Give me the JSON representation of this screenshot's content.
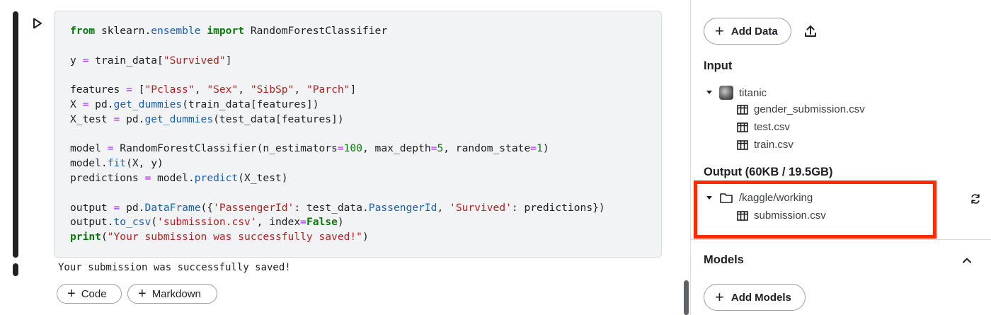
{
  "notebook": {
    "code_lines": [
      [
        {
          "t": "from",
          "c": "kw"
        },
        {
          "t": " sklearn."
        },
        {
          "t": "ensemble",
          "c": "fn"
        },
        {
          "t": " "
        },
        {
          "t": "import",
          "c": "kw"
        },
        {
          "t": " RandomForestClassifier"
        }
      ],
      [],
      [
        {
          "t": "y "
        },
        {
          "t": "=",
          "c": "op"
        },
        {
          "t": " train_data["
        },
        {
          "t": "\"Survived\"",
          "c": "str"
        },
        {
          "t": "]"
        }
      ],
      [],
      [
        {
          "t": "features "
        },
        {
          "t": "=",
          "c": "op"
        },
        {
          "t": " ["
        },
        {
          "t": "\"Pclass\"",
          "c": "str"
        },
        {
          "t": ", "
        },
        {
          "t": "\"Sex\"",
          "c": "str"
        },
        {
          "t": ", "
        },
        {
          "t": "\"SibSp\"",
          "c": "str"
        },
        {
          "t": ", "
        },
        {
          "t": "\"Parch\"",
          "c": "str"
        },
        {
          "t": "]"
        }
      ],
      [
        {
          "t": "X "
        },
        {
          "t": "=",
          "c": "op"
        },
        {
          "t": " pd."
        },
        {
          "t": "get_dummies",
          "c": "fn"
        },
        {
          "t": "(train_data[features])"
        }
      ],
      [
        {
          "t": "X_test "
        },
        {
          "t": "=",
          "c": "op"
        },
        {
          "t": " pd."
        },
        {
          "t": "get_dummies",
          "c": "fn"
        },
        {
          "t": "(test_data[features])"
        }
      ],
      [],
      [
        {
          "t": "model "
        },
        {
          "t": "=",
          "c": "op"
        },
        {
          "t": " RandomForestClassifier(n_estimators"
        },
        {
          "t": "=",
          "c": "op"
        },
        {
          "t": "100",
          "c": "num"
        },
        {
          "t": ", max_depth"
        },
        {
          "t": "=",
          "c": "op"
        },
        {
          "t": "5",
          "c": "num"
        },
        {
          "t": ", random_state"
        },
        {
          "t": "=",
          "c": "op"
        },
        {
          "t": "1",
          "c": "num"
        },
        {
          "t": ")"
        }
      ],
      [
        {
          "t": "model."
        },
        {
          "t": "fit",
          "c": "fn"
        },
        {
          "t": "(X, y)"
        }
      ],
      [
        {
          "t": "predictions "
        },
        {
          "t": "=",
          "c": "op"
        },
        {
          "t": " model."
        },
        {
          "t": "predict",
          "c": "fn"
        },
        {
          "t": "(X_test)"
        }
      ],
      [],
      [
        {
          "t": "output "
        },
        {
          "t": "=",
          "c": "op"
        },
        {
          "t": " pd."
        },
        {
          "t": "DataFrame",
          "c": "fn"
        },
        {
          "t": "({"
        },
        {
          "t": "'PassengerId'",
          "c": "str"
        },
        {
          "t": ": test_data."
        },
        {
          "t": "PassengerId",
          "c": "fn"
        },
        {
          "t": ", "
        },
        {
          "t": "'Survived'",
          "c": "str"
        },
        {
          "t": ": predictions})"
        }
      ],
      [
        {
          "t": "output."
        },
        {
          "t": "to_csv",
          "c": "fn"
        },
        {
          "t": "("
        },
        {
          "t": "'submission.csv'",
          "c": "str"
        },
        {
          "t": ", index"
        },
        {
          "t": "=",
          "c": "op"
        },
        {
          "t": "False",
          "c": "bool"
        },
        {
          "t": ")"
        }
      ],
      [
        {
          "t": "print",
          "c": "kw"
        },
        {
          "t": "("
        },
        {
          "t": "\"Your submission was successfully saved!\"",
          "c": "str"
        },
        {
          "t": ")"
        }
      ]
    ],
    "output": "Your submission was successfully saved!",
    "add_code_label": "Code",
    "add_markdown_label": "Markdown"
  },
  "panel": {
    "add_data_label": "Add Data",
    "input_title": "Input",
    "input_dataset": "titanic",
    "input_files": [
      "gender_submission.csv",
      "test.csv",
      "train.csv"
    ],
    "output_title": "Output (60KB / 19.5GB)",
    "output_folder": "/kaggle/working",
    "output_files": [
      "submission.csv"
    ],
    "models_title": "Models",
    "add_models_label": "Add Models"
  },
  "colors": {
    "highlight": "#ff2a00",
    "keyword": "#0a7a0a",
    "string": "#b22222",
    "operator": "#aa22ff",
    "function": "#1a5fb4"
  }
}
